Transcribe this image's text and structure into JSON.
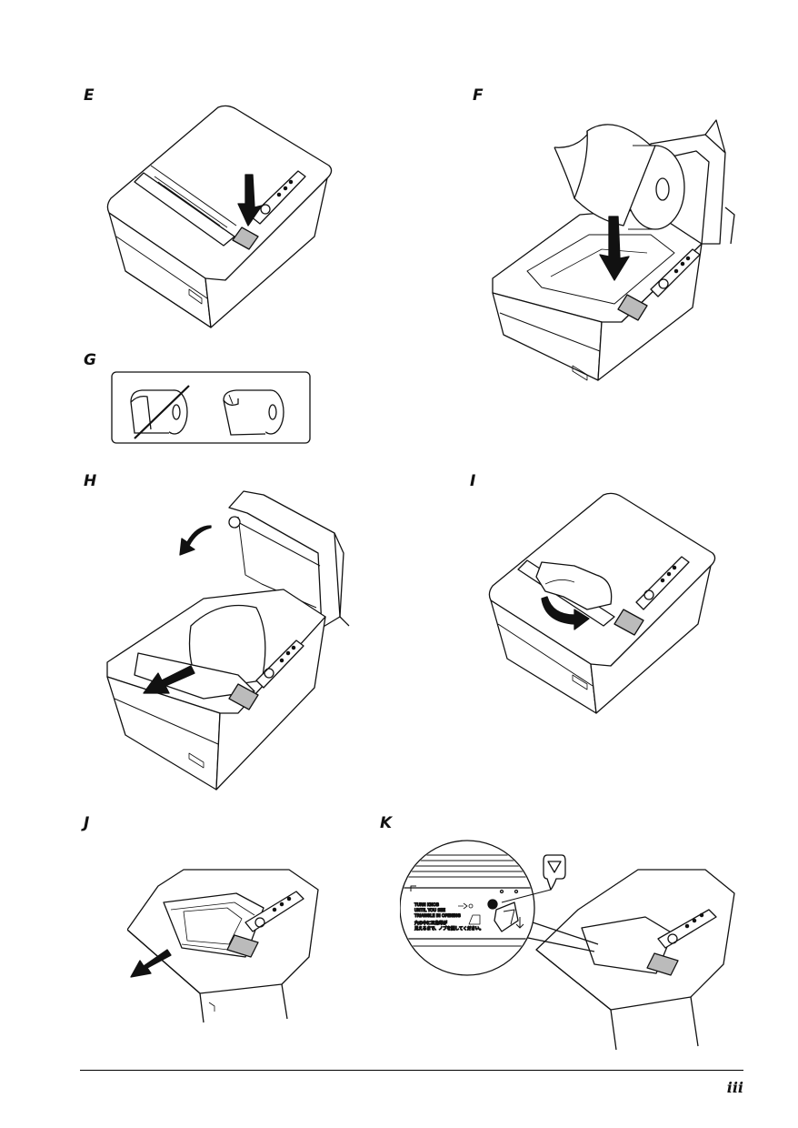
{
  "figures": {
    "E": {
      "label": "E"
    },
    "F": {
      "label": "F"
    },
    "G": {
      "label": "G"
    },
    "H": {
      "label": "H"
    },
    "I": {
      "label": "I"
    },
    "J": {
      "label": "J"
    },
    "K": {
      "label": "K",
      "sticker_lines": [
        "TURN KNOB",
        "UNTIL YOU SEE",
        "TRIANGLE IN OPENING",
        "穴の中に三角印が",
        "見えるまで、ノブを回してください。"
      ]
    }
  },
  "footer": {
    "page_number": "iii"
  }
}
